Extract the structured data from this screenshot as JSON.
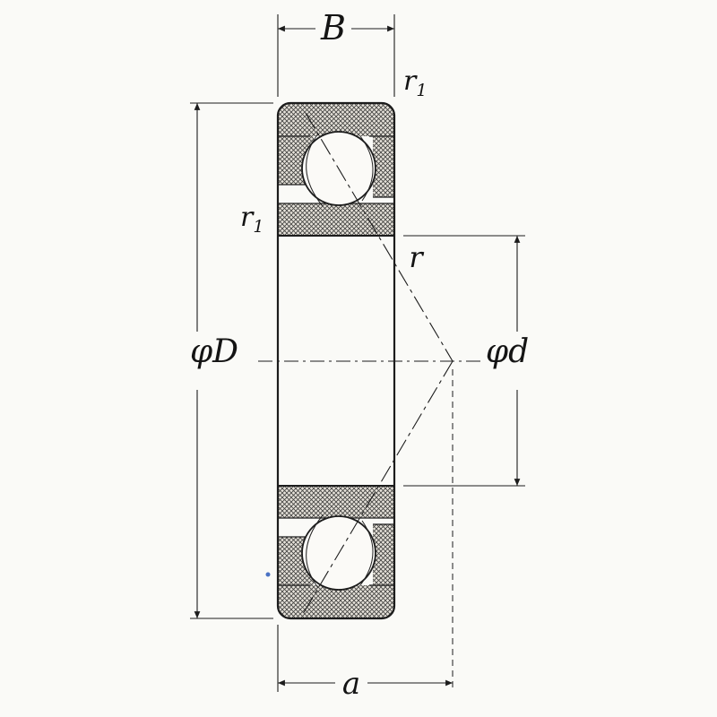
{
  "labels": {
    "width": "B",
    "outer_diameter": "φD",
    "bore_diameter": "φd",
    "load_center": "a",
    "contact_radius": "r",
    "r1_top": {
      "base": "r",
      "sub": "1"
    },
    "r1_side": {
      "base": "r",
      "sub": "1"
    }
  },
  "colors": {
    "line": "#1c1c1c",
    "hatch": "#40403e",
    "hatch_bg": "#e6e2da",
    "paper": "#fafaf7",
    "speck": "#4a72c4"
  }
}
